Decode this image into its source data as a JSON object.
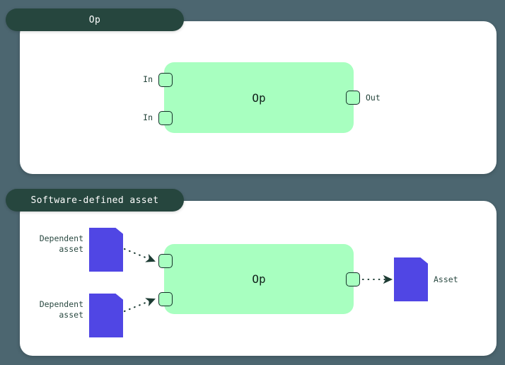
{
  "theme": {
    "background": "#4c6670",
    "panel_bg": "#ffffff",
    "tab_bg": "#26463e",
    "tab_text": "#ffffff",
    "op_box_bg": "#a8ffc0",
    "op_box_text": "#12231c",
    "port_border": "#143229",
    "asset_fill": "#5046e4",
    "label_text": "#2b4a42",
    "arrow_color": "#1d3b33"
  },
  "panels": [
    {
      "id": "op-panel",
      "tab_label": "Op",
      "op_box": {
        "label": "Op",
        "inputs": [
          {
            "label": "In"
          },
          {
            "label": "In"
          }
        ],
        "outputs": [
          {
            "label": "Out"
          }
        ]
      }
    },
    {
      "id": "software-defined-asset-panel",
      "tab_label": "Software-defined asset",
      "op_box": {
        "label": "Op",
        "inputs": [
          {
            "label": ""
          },
          {
            "label": ""
          }
        ],
        "outputs": [
          {
            "label": ""
          }
        ]
      },
      "upstream_assets": [
        {
          "label": "Dependent\nasset"
        },
        {
          "label": "Dependent\nasset"
        }
      ],
      "downstream_assets": [
        {
          "label": "Asset"
        }
      ]
    }
  ],
  "icons": {
    "asset": "asset-document-icon",
    "port": "port-square-icon",
    "arrow": "dotted-arrow-icon"
  }
}
